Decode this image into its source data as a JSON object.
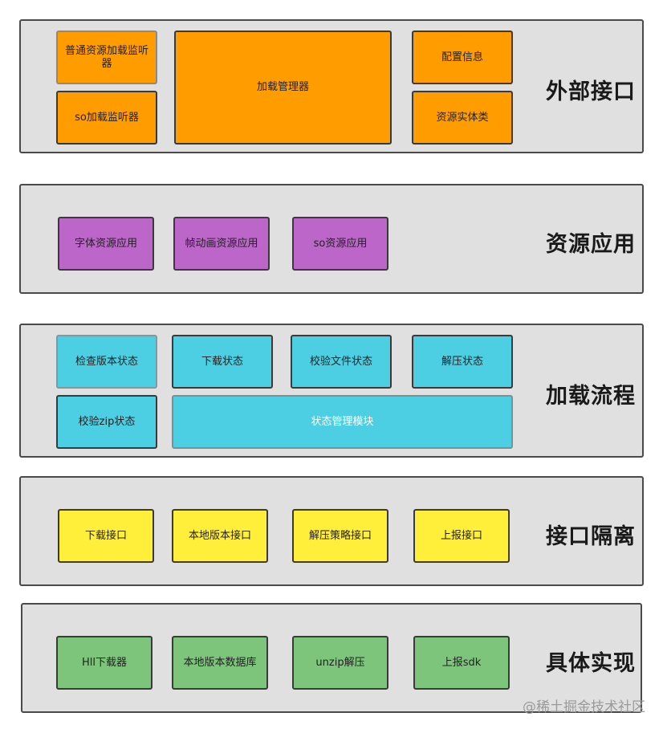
{
  "layers": {
    "external": {
      "title": "外部接口",
      "boxes": {
        "common_listener": "普通资源加载监听器",
        "so_listener": "so加载监听器",
        "load_manager": "加载管理器",
        "config_info": "配置信息",
        "resource_entity": "资源实体类"
      }
    },
    "resource_app": {
      "title": "资源应用",
      "boxes": {
        "font": "字体资源应用",
        "frame_anim": "帧动画资源应用",
        "so": "so资源应用"
      }
    },
    "load_flow": {
      "title": "加载流程",
      "boxes": {
        "check_version": "检查版本状态",
        "download_state": "下载状态",
        "verify_file": "校验文件状态",
        "unzip_state": "解压状态",
        "verify_zip": "校验zip状态",
        "state_manager": "状态管理模块"
      }
    },
    "interface_isolation": {
      "title": "接口隔离",
      "boxes": {
        "download_iface": "下载接口",
        "local_version_iface": "本地版本接口",
        "unzip_strategy_iface": "解压策略接口",
        "report_iface": "上报接口"
      }
    },
    "implementation": {
      "title": "具体实现",
      "boxes": {
        "hll_downloader": "Hll下载器",
        "local_version_db": "本地版本数据库",
        "unzip": "unzip解压",
        "report_sdk": "上报sdk"
      }
    }
  },
  "watermark": "@稀土掘金技术社区",
  "colors": {
    "external": "#ff9c00",
    "resource_app": "#bb66c8",
    "load_flow": "#4ccfe3",
    "interface_isolation": "#ffee3a",
    "implementation": "#7ec57c",
    "layer_bg": "#e0e0e0"
  }
}
